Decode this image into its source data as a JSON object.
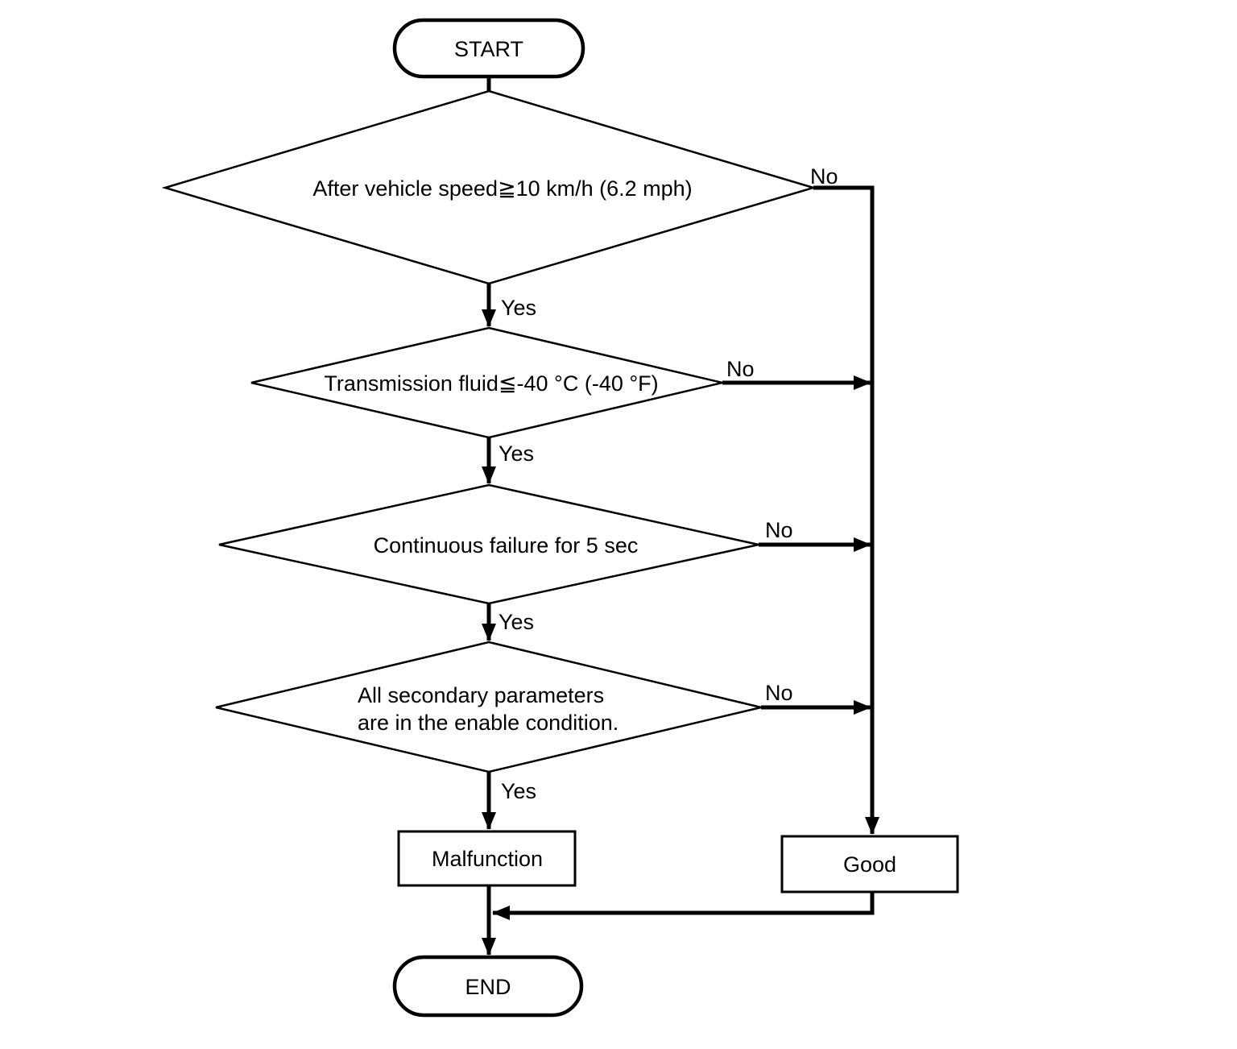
{
  "diagram": {
    "type": "flowchart",
    "background_color": "#ffffff",
    "line_color": "#000000",
    "text_color": "#000000",
    "nodes": {
      "start": {
        "shape": "terminator",
        "label": "START"
      },
      "decision1": {
        "shape": "decision",
        "label": "After vehicle speed≧10 km/h (6.2 mph)"
      },
      "decision2": {
        "shape": "decision",
        "label": "Transmission fluid≦-40 °C (-40 °F)"
      },
      "decision3": {
        "shape": "decision",
        "label": "Continuous failure for 5 sec"
      },
      "decision4": {
        "shape": "decision",
        "label_line1": "All secondary parameters",
        "label_line2": "are in the enable condition."
      },
      "malfunction": {
        "shape": "process",
        "label": "Malfunction"
      },
      "good": {
        "shape": "process",
        "label": "Good"
      },
      "end": {
        "shape": "terminator",
        "label": "END"
      }
    },
    "edge_labels": {
      "decision1_yes": "Yes",
      "decision1_no": "No",
      "decision2_yes": "Yes",
      "decision2_no": "No",
      "decision3_yes": "Yes",
      "decision3_no": "No",
      "decision4_yes": "Yes",
      "decision4_no": "No"
    },
    "flow": {
      "yes_path": "decision1 → decision2 → decision3 → decision4 → malfunction → end",
      "no_path": "any decision No → good → end"
    }
  }
}
